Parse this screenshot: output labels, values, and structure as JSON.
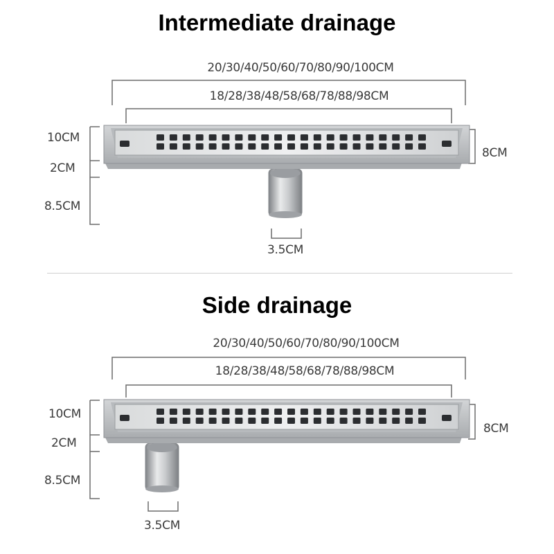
{
  "panels": [
    {
      "title": "Intermediate drainage",
      "outer_length": "20/30/40/50/60/70/80/90/100CM",
      "inner_length": "18/28/38/48/58/68/78/88/98CM",
      "height_total": "10CM",
      "rim": "2CM",
      "pipe_length": "8.5CM",
      "width": "8CM",
      "pipe_diameter": "3.5CM",
      "outlet_position": "center"
    },
    {
      "title": "Side drainage",
      "outer_length": "20/30/40/50/60/70/80/90/100CM",
      "inner_length": "18/28/38/48/58/68/78/88/98CM",
      "height_total": "10CM",
      "rim": "2CM",
      "pipe_length": "8.5CM",
      "width": "8CM",
      "pipe_diameter": "3.5CM",
      "outlet_position": "side"
    }
  ],
  "colors": {
    "steel_light": "#e6e7e8",
    "steel_mid": "#b9bcbf",
    "steel_dark": "#8d9094",
    "slot": "#2b2d30",
    "dimension_line": "#6b6b6b"
  }
}
